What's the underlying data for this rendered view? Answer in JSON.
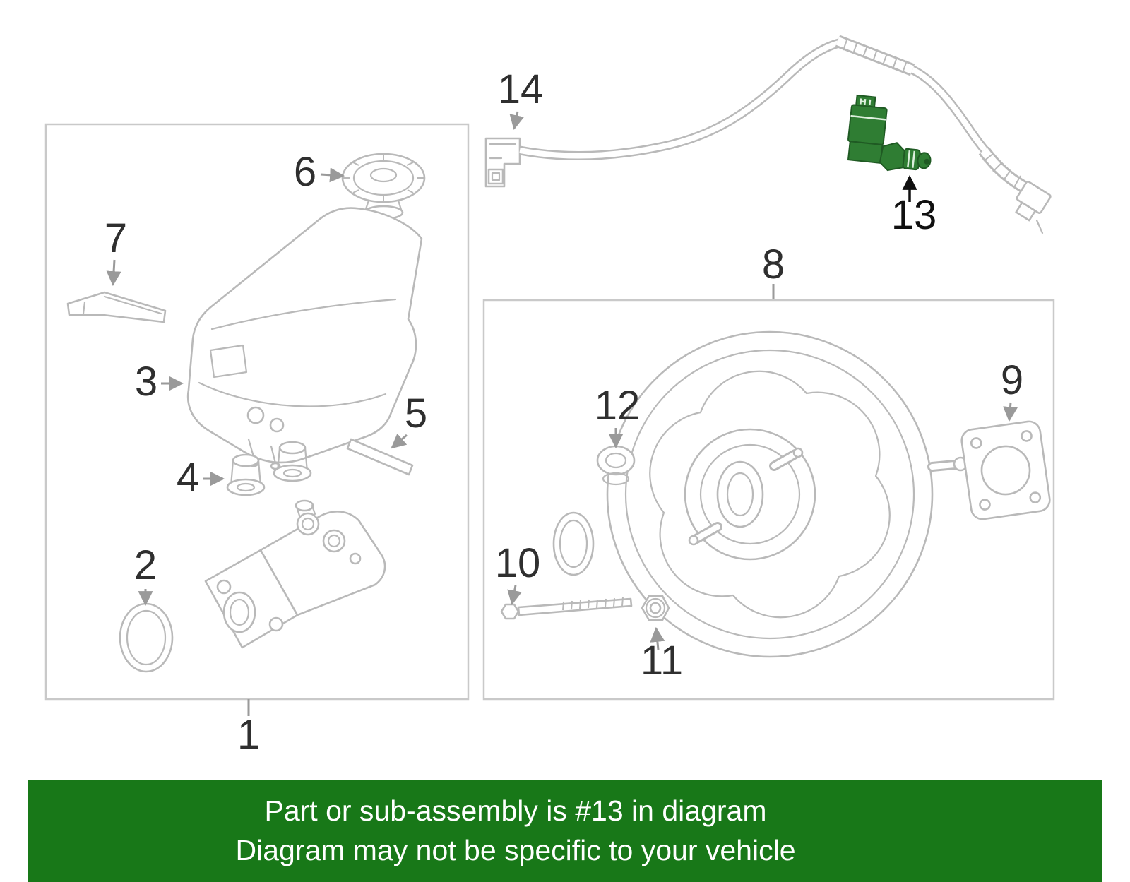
{
  "colors": {
    "line": "#b9b9b9",
    "box_border": "#c9c9c9",
    "label": "#2f2f2f",
    "arrow": "#9a9a9a",
    "highlight": "#2f7d33",
    "highlight_dark": "#1f5a23",
    "banner_bg": "#187818",
    "banner_text": "#ffffff"
  },
  "diagram": {
    "callouts": [
      {
        "num": "1"
      },
      {
        "num": "2"
      },
      {
        "num": "3"
      },
      {
        "num": "4"
      },
      {
        "num": "5"
      },
      {
        "num": "6"
      },
      {
        "num": "7"
      },
      {
        "num": "8"
      },
      {
        "num": "9"
      },
      {
        "num": "10"
      },
      {
        "num": "11"
      },
      {
        "num": "12"
      },
      {
        "num": "13"
      },
      {
        "num": "14"
      }
    ]
  },
  "banner": {
    "line1": "Part or sub-assembly is #13 in diagram",
    "line2": "Diagram may not be specific to your vehicle"
  }
}
